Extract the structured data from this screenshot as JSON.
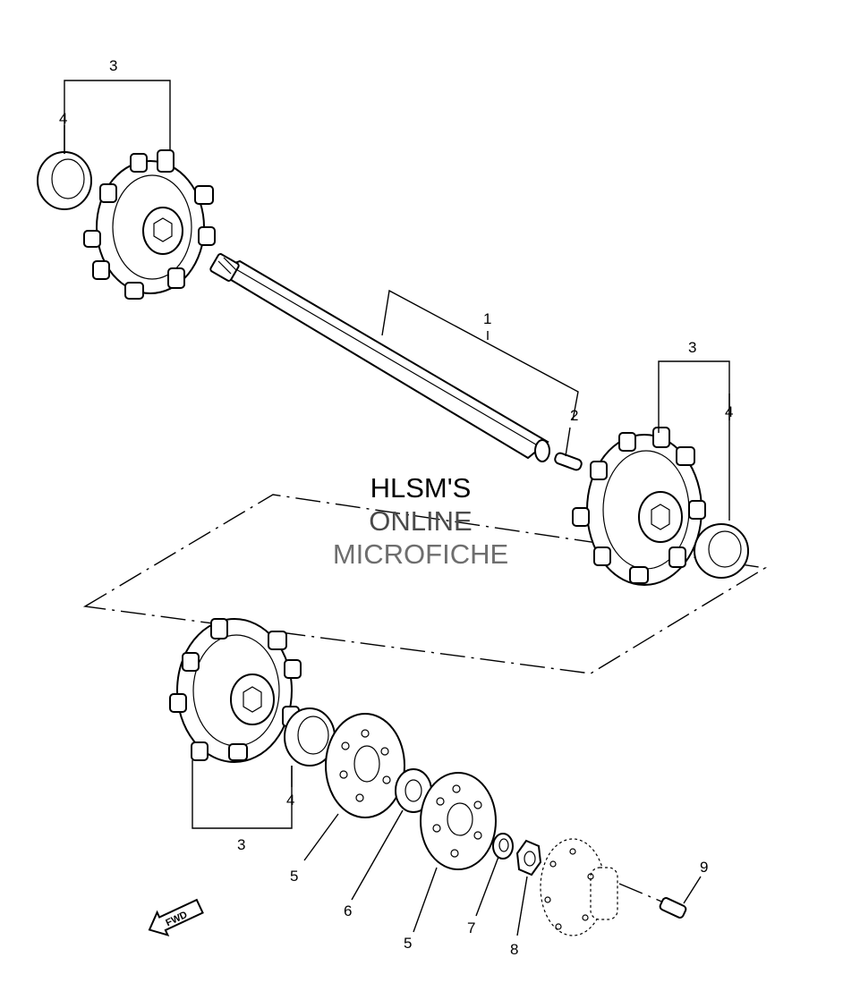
{
  "watermark": {
    "line1": "HLSM'S",
    "line2": "ONLINE",
    "line3": "MICROFICHE",
    "colors": [
      "#000000",
      "#4a4a4a",
      "#6e6e6e"
    ]
  },
  "fwd_label": "FWD",
  "callouts": {
    "a3": "3",
    "a4": "4",
    "b1": "1",
    "b2": "2",
    "c3": "3",
    "c4": "4",
    "d4": "4",
    "d3": "3",
    "e5": "5",
    "e6": "6",
    "e5b": "5",
    "e7": "7",
    "e8": "8",
    "e9": "9"
  }
}
